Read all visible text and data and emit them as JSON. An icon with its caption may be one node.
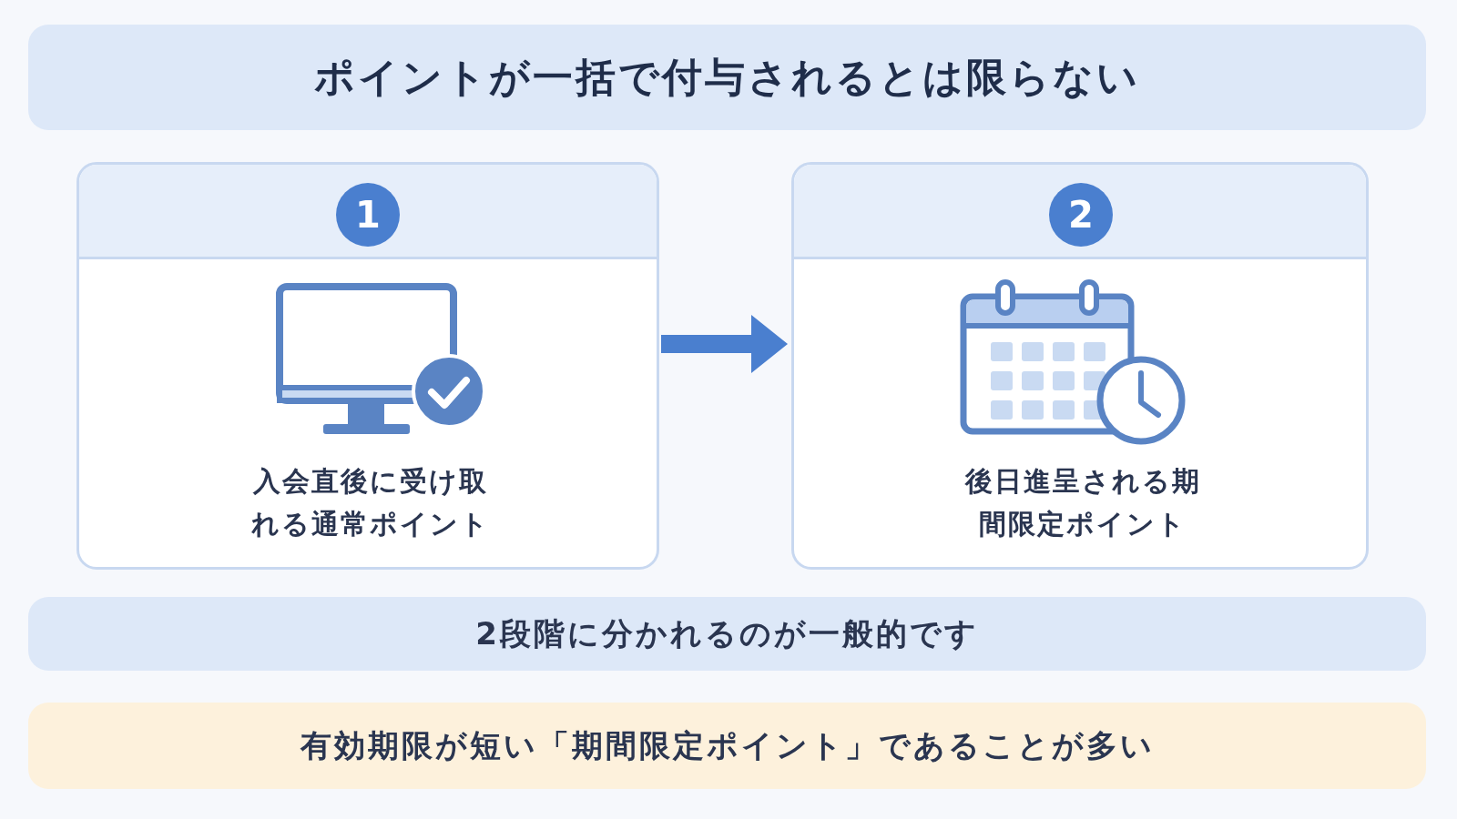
{
  "diagram": {
    "title": "ポイントが一括で付与されるとは限らない",
    "nodes": [
      {
        "text": [
          "入会直後に受け取れる通常ポイント"
        ]
      },
      {
        "text": [
          "1"
        ],
        "in": 0
      },
      {
        "text": [
          "後日進呈される期間限定ポイント"
        ]
      },
      {
        "text": [
          "2"
        ],
        "in": 2
      },
      {
        "text": [
          "2段階に分かれるのが一般的です"
        ]
      },
      {
        "text": [
          "有効期限が短い「期間限定ポイント」であることが多い"
        ]
      }
    ],
    "edges": [
      {
        "from": 0,
        "to": 2,
        "arrow": "to"
      }
    ]
  }
}
